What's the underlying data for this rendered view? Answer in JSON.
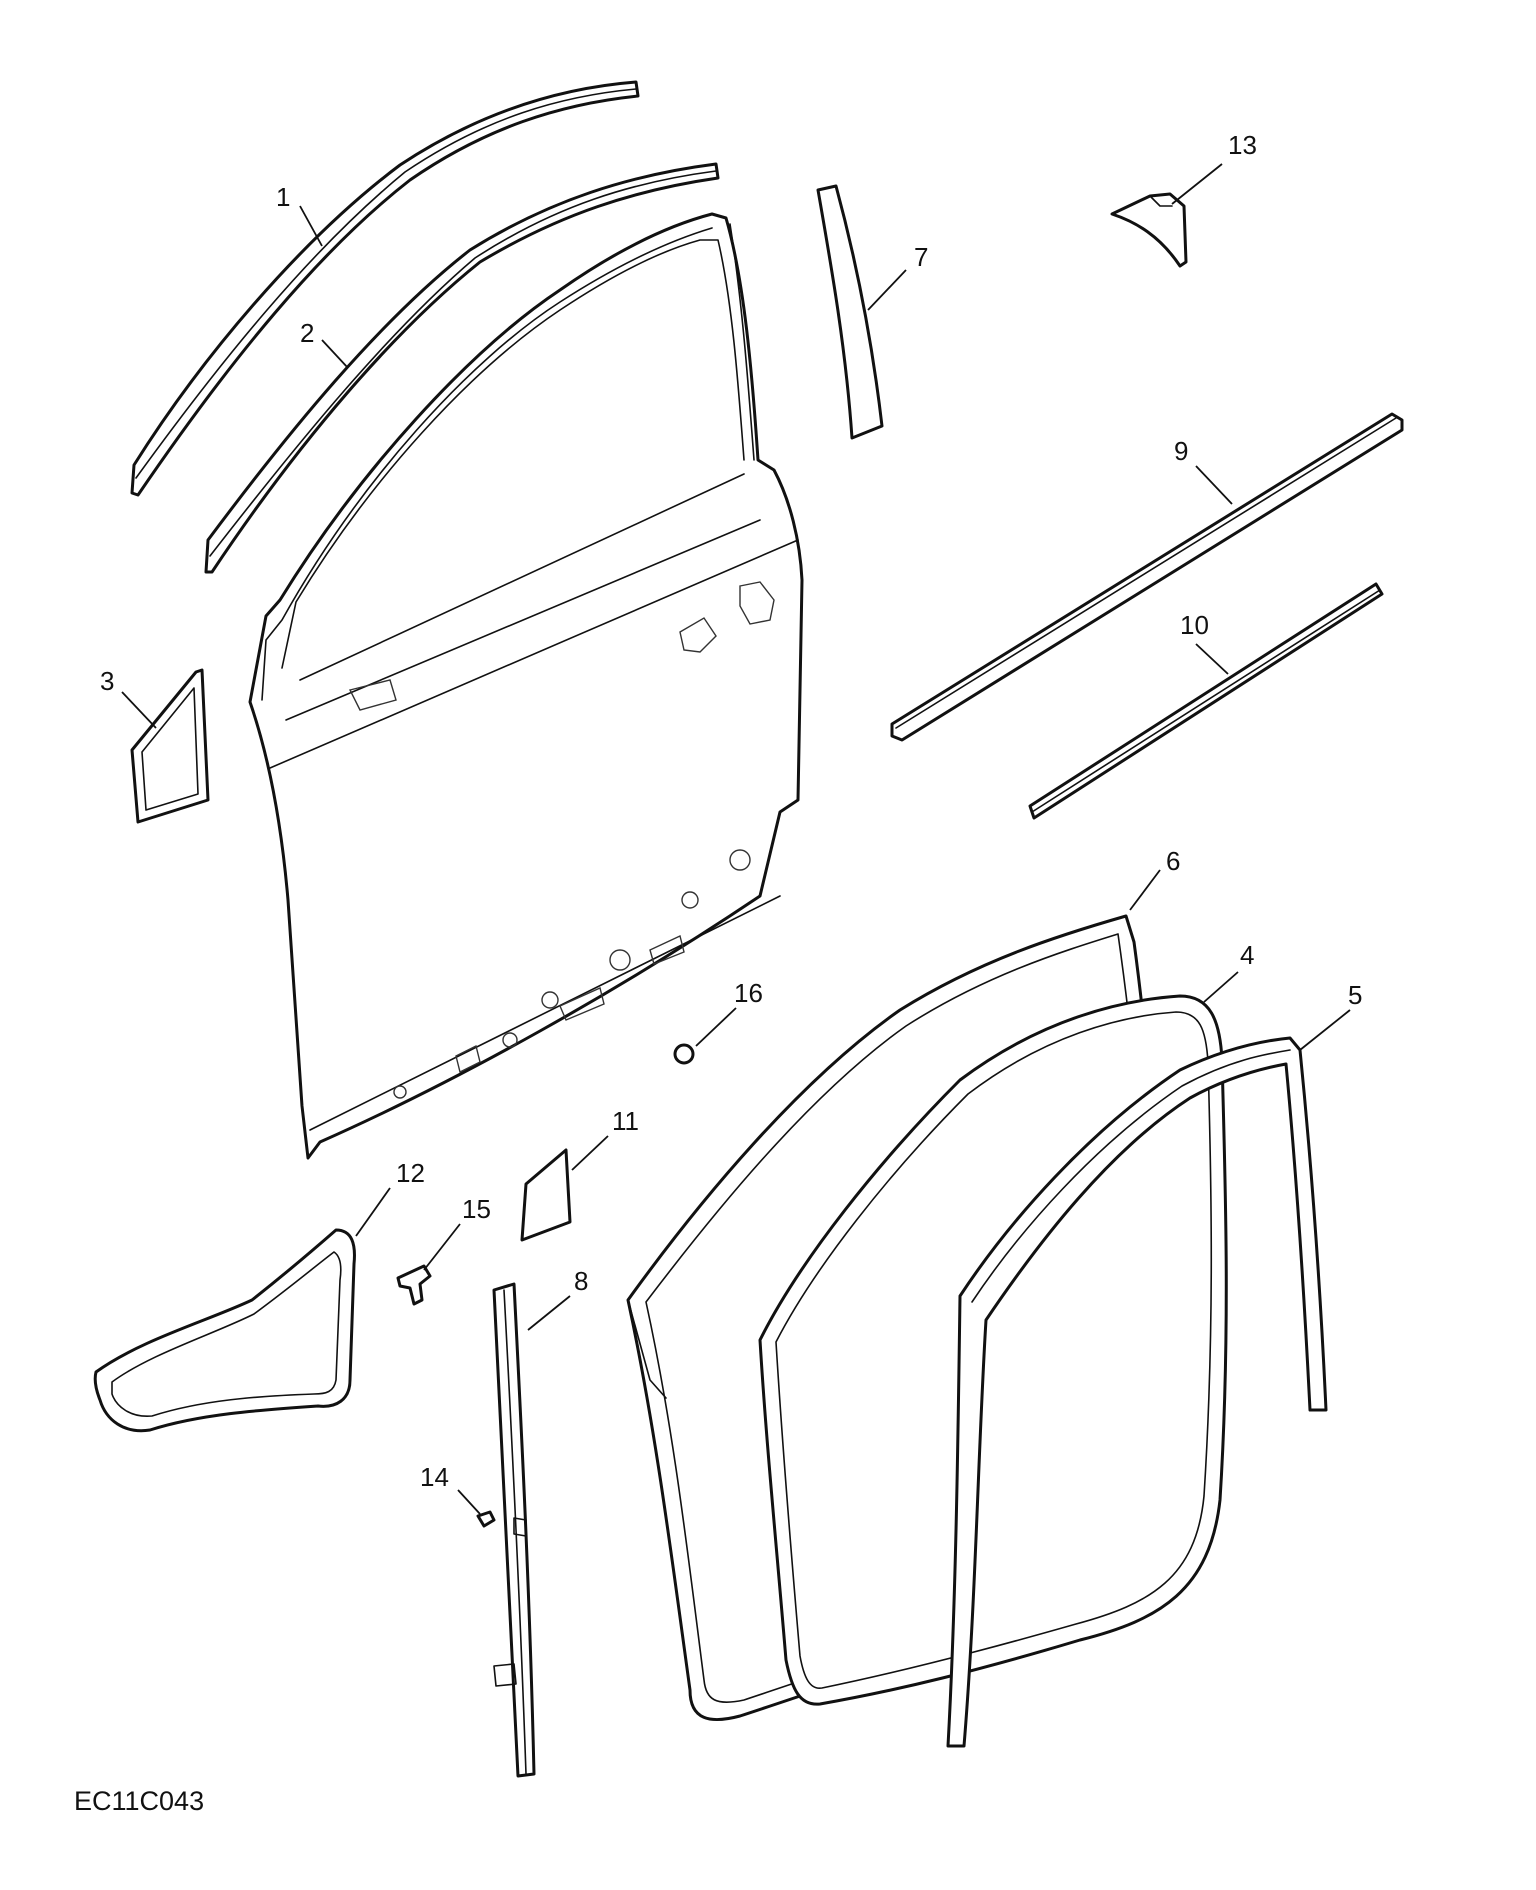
{
  "diagram": {
    "reference_code": "EC11C043",
    "callouts": [
      {
        "id": "1",
        "label": "1"
      },
      {
        "id": "2",
        "label": "2"
      },
      {
        "id": "3",
        "label": "3"
      },
      {
        "id": "4",
        "label": "4"
      },
      {
        "id": "5",
        "label": "5"
      },
      {
        "id": "6",
        "label": "6"
      },
      {
        "id": "7",
        "label": "7"
      },
      {
        "id": "8",
        "label": "8"
      },
      {
        "id": "9",
        "label": "9"
      },
      {
        "id": "10",
        "label": "10"
      },
      {
        "id": "11",
        "label": "11"
      },
      {
        "id": "12",
        "label": "12"
      },
      {
        "id": "13",
        "label": "13"
      },
      {
        "id": "14",
        "label": "14"
      },
      {
        "id": "15",
        "label": "15"
      },
      {
        "id": "16",
        "label": "16"
      }
    ]
  }
}
